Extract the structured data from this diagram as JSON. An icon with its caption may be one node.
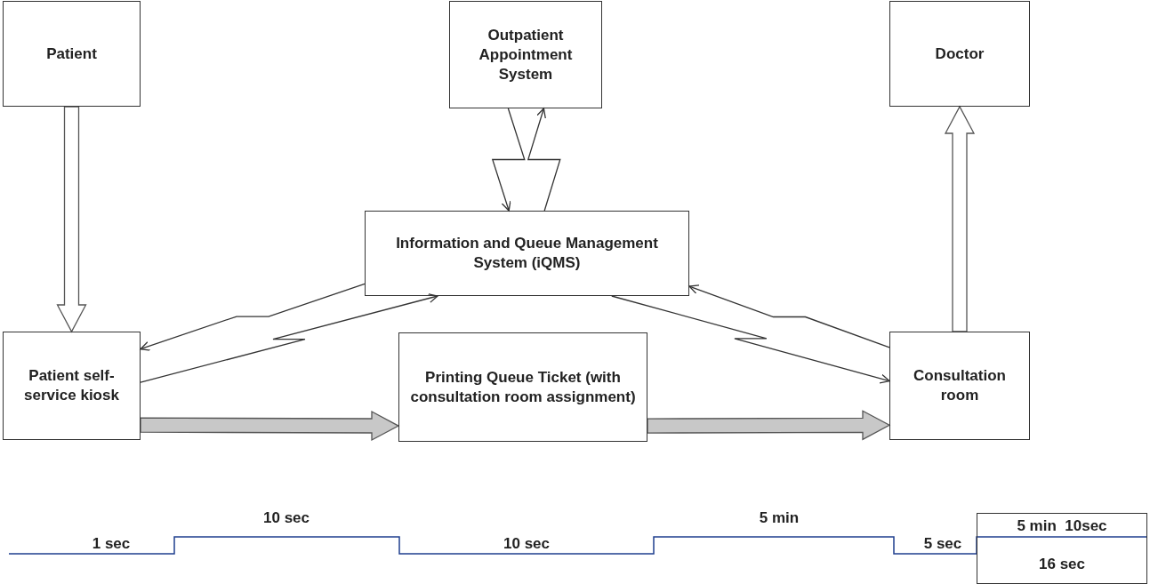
{
  "diagram": {
    "nodes": [
      {
        "text": [
          "Patient"
        ]
      },
      {
        "text": [
          "Outpatient Appointment System"
        ]
      },
      {
        "text": [
          "Doctor"
        ]
      },
      {
        "text": [
          "Information and Queue Management System (iQMS)"
        ]
      },
      {
        "text": [
          "Patient self-service kiosk"
        ]
      },
      {
        "text": [
          "Printing Queue Ticket (with consultation room assignment)"
        ]
      },
      {
        "text": [
          "Consultation room"
        ]
      },
      {
        "text": [
          "5 min  10sec",
          "16 sec"
        ]
      }
    ],
    "edges": [
      {
        "from": 0,
        "to": 4,
        "arrow": "to",
        "style": "thick"
      },
      {
        "from": 1,
        "to": 3,
        "arrow": "to"
      },
      {
        "from": 3,
        "to": 1,
        "arrow": "to"
      },
      {
        "from": 3,
        "to": 4,
        "arrow": "to"
      },
      {
        "from": 4,
        "to": 3,
        "arrow": "to"
      },
      {
        "from": 6,
        "to": 3,
        "arrow": "to"
      },
      {
        "from": 3,
        "to": 6,
        "arrow": "to"
      },
      {
        "from": 4,
        "to": 5,
        "arrow": "to",
        "style": "thick",
        "color": "#c8c8c8"
      },
      {
        "from": 5,
        "to": 6,
        "arrow": "to",
        "style": "thick",
        "color": "#c8c8c8"
      },
      {
        "from": 6,
        "to": 2,
        "arrow": "to",
        "style": "thick"
      }
    ],
    "labels": [
      "1 sec",
      "10 sec",
      "10 sec",
      "5 min",
      "5 sec"
    ]
  }
}
